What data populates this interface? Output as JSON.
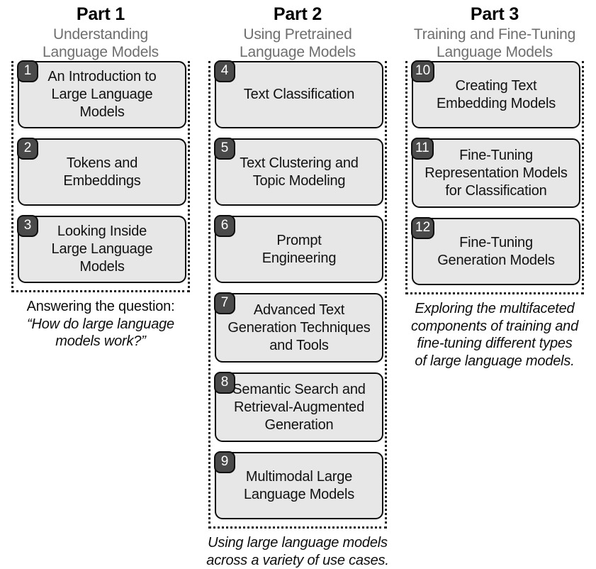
{
  "diagram": {
    "title": "Book parts and chapters overview",
    "colors": {
      "box_fill": "#e7e7e7",
      "box_border": "#0d0d0d",
      "badge_fill": "#4a4a4a",
      "badge_text": "#ffffff",
      "subtitle_text": "#6e6e6e",
      "group_border": "#1b1b1b",
      "background": "#ffffff"
    }
  },
  "columns": [
    {
      "part_title": "Part 1",
      "part_subtitle": "Understanding\nLanguage Models",
      "chapters": [
        {
          "number": "1",
          "label": "An Introduction to\nLarge Language Models"
        },
        {
          "number": "2",
          "label": "Tokens and\nEmbeddings"
        },
        {
          "number": "3",
          "label": "Looking Inside\nLarge Language Models"
        }
      ],
      "caption_lead": "Answering the question:",
      "caption_quote": "“How do large language\nmodels work?”",
      "caption_style": "lead-plus-quote"
    },
    {
      "part_title": "Part 2",
      "part_subtitle": "Using Pretrained\nLanguage Models",
      "chapters": [
        {
          "number": "4",
          "label": "Text Classification"
        },
        {
          "number": "5",
          "label": "Text Clustering and\nTopic Modeling"
        },
        {
          "number": "6",
          "label": "Prompt\nEngineering"
        },
        {
          "number": "7",
          "label": "Advanced Text\nGeneration Techniques\nand Tools"
        },
        {
          "number": "8",
          "label": "Semantic Search and\nRetrieval-Augmented\nGeneration"
        },
        {
          "number": "9",
          "label": "Multimodal Large\nLanguage Models"
        }
      ],
      "caption_italic": "Using large language models\nacross a variety of use cases.",
      "caption_style": "italic"
    },
    {
      "part_title": "Part 3",
      "part_subtitle": "Training and Fine-Tuning\nLanguage Models",
      "chapters": [
        {
          "number": "10",
          "label": "Creating Text\nEmbedding Models"
        },
        {
          "number": "11",
          "label": "Fine-Tuning\nRepresentation Models\nfor Classification"
        },
        {
          "number": "12",
          "label": "Fine-Tuning\nGeneration Models"
        }
      ],
      "caption_italic": "Exploring the multifaceted\ncomponents of training and\nfine-tuning different types\nof large language models.",
      "caption_style": "italic"
    }
  ]
}
